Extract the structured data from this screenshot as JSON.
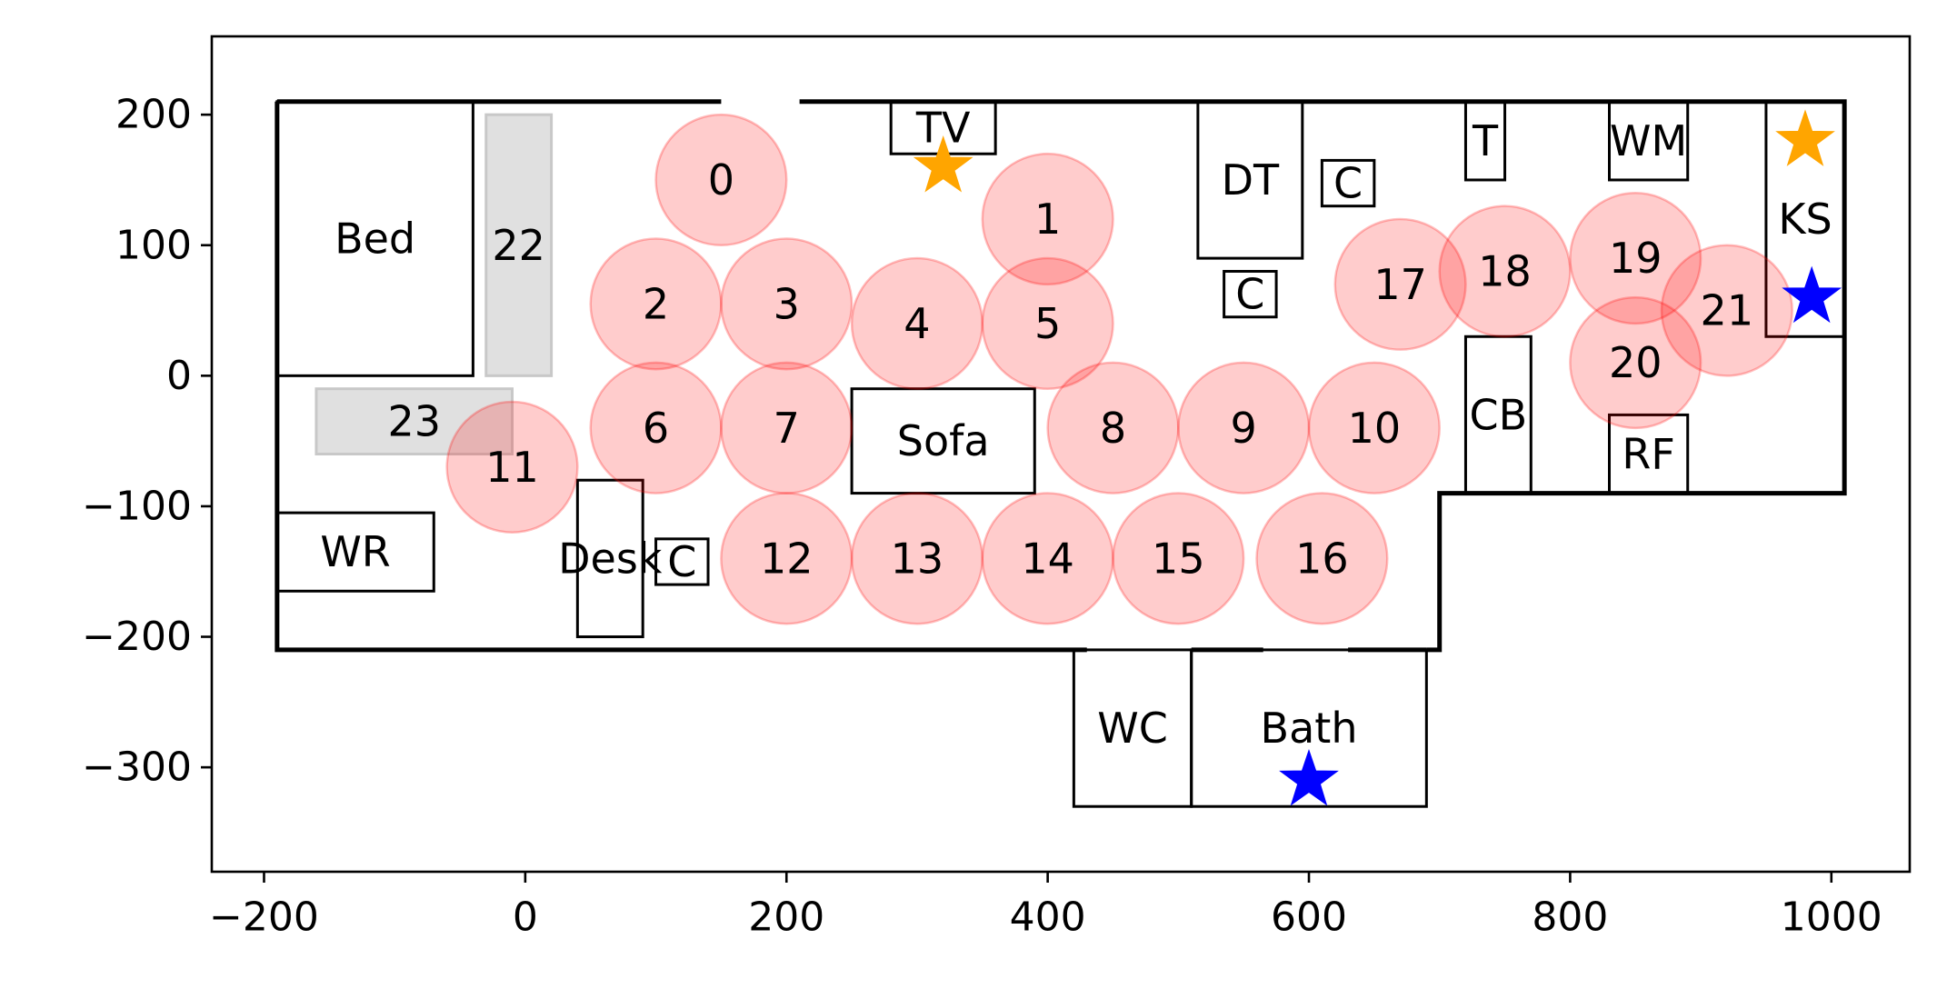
{
  "chart_data": {
    "type": "floor-plan-scatter",
    "xlim": [
      -240,
      1060
    ],
    "ylim": [
      -380,
      260
    ],
    "x_ticks": [
      -200,
      0,
      200,
      400,
      600,
      800,
      1000
    ],
    "y_ticks": [
      200,
      100,
      0,
      -100,
      -200,
      -300
    ],
    "tick_labels": {
      "x": [
        "−200",
        "0",
        "200",
        "400",
        "600",
        "800",
        "1000"
      ],
      "y": [
        "200",
        "100",
        "0",
        "−100",
        "−200",
        "−300"
      ]
    },
    "circle_radius": 50,
    "circle_color": "#ff0000",
    "walls": [
      {
        "points": [
          [
            -190,
            210
          ],
          [
            150,
            210
          ]
        ]
      },
      {
        "points": [
          [
            210,
            210
          ],
          [
            1010,
            210
          ],
          [
            1010,
            -90
          ],
          [
            700,
            -90
          ],
          [
            700,
            -210
          ],
          [
            690,
            -210
          ]
        ]
      },
      {
        "points": [
          [
            -190,
            210
          ],
          [
            -190,
            -210
          ],
          [
            430,
            -210
          ]
        ]
      },
      {
        "points": [
          [
            510,
            -210
          ],
          [
            565,
            -210
          ]
        ]
      },
      {
        "points": [
          [
            630,
            -210
          ],
          [
            690,
            -210
          ]
        ]
      }
    ],
    "furniture": [
      {
        "label": "Bed",
        "x": -190,
        "y": 0,
        "w": 150,
        "h": 210,
        "gray": false
      },
      {
        "label": "22",
        "x": -30,
        "y": 0,
        "w": 50,
        "h": 200,
        "gray": true
      },
      {
        "label": "23",
        "x": -160,
        "y": -60,
        "w": 150,
        "h": 50,
        "gray": true
      },
      {
        "label": "WR",
        "x": -190,
        "y": -165,
        "w": 120,
        "h": 60,
        "gray": false
      },
      {
        "label": "Desk",
        "x": 40,
        "y": -200,
        "w": 50,
        "h": 120,
        "gray": false
      },
      {
        "label": "C",
        "x": 100,
        "y": -160,
        "w": 40,
        "h": 35,
        "gray": false
      },
      {
        "label": "TV",
        "x": 280,
        "y": 170,
        "w": 80,
        "h": 40,
        "gray": false
      },
      {
        "label": "Sofa",
        "x": 250,
        "y": -90,
        "w": 140,
        "h": 80,
        "gray": false
      },
      {
        "label": "DT",
        "x": 515,
        "y": 90,
        "w": 80,
        "h": 120,
        "gray": false
      },
      {
        "label": "C",
        "x": 610,
        "y": 130,
        "w": 40,
        "h": 35,
        "gray": false
      },
      {
        "label": "C",
        "x": 535,
        "y": 45,
        "w": 40,
        "h": 35,
        "gray": false
      },
      {
        "label": "T",
        "x": 720,
        "y": 150,
        "w": 30,
        "h": 60,
        "gray": false
      },
      {
        "label": "WM",
        "x": 830,
        "y": 150,
        "w": 60,
        "h": 60,
        "gray": false
      },
      {
        "label": "KS",
        "x": 950,
        "y": 30,
        "w": 60,
        "h": 180,
        "gray": false
      },
      {
        "label": "CB",
        "x": 720,
        "y": -90,
        "w": 50,
        "h": 120,
        "gray": false
      },
      {
        "label": "RF",
        "x": 830,
        "y": -90,
        "w": 60,
        "h": 60,
        "gray": false
      },
      {
        "label": "WC",
        "x": 420,
        "y": -330,
        "w": 90,
        "h": 120,
        "gray": false
      },
      {
        "label": "Bath",
        "x": 510,
        "y": -330,
        "w": 180,
        "h": 120,
        "gray": false
      }
    ],
    "circles": [
      {
        "label": "0",
        "x": 150,
        "y": 150
      },
      {
        "label": "1",
        "x": 400,
        "y": 120
      },
      {
        "label": "2",
        "x": 100,
        "y": 55
      },
      {
        "label": "3",
        "x": 200,
        "y": 55
      },
      {
        "label": "4",
        "x": 300,
        "y": 40
      },
      {
        "label": "5",
        "x": 400,
        "y": 40
      },
      {
        "label": "6",
        "x": 100,
        "y": -40
      },
      {
        "label": "7",
        "x": 200,
        "y": -40
      },
      {
        "label": "8",
        "x": 450,
        "y": -40
      },
      {
        "label": "9",
        "x": 550,
        "y": -40
      },
      {
        "label": "10",
        "x": 650,
        "y": -40
      },
      {
        "label": "11",
        "x": -10,
        "y": -70
      },
      {
        "label": "12",
        "x": 200,
        "y": -140
      },
      {
        "label": "13",
        "x": 300,
        "y": -140
      },
      {
        "label": "14",
        "x": 400,
        "y": -140
      },
      {
        "label": "15",
        "x": 500,
        "y": -140
      },
      {
        "label": "16",
        "x": 610,
        "y": -140
      },
      {
        "label": "17",
        "x": 670,
        "y": 70
      },
      {
        "label": "18",
        "x": 750,
        "y": 80
      },
      {
        "label": "19",
        "x": 850,
        "y": 90
      },
      {
        "label": "20",
        "x": 850,
        "y": 10
      },
      {
        "label": "21",
        "x": 920,
        "y": 50
      }
    ],
    "stars": [
      {
        "x": 320,
        "y": 160,
        "color": "#ffa500"
      },
      {
        "x": 980,
        "y": 180,
        "color": "#ffa500"
      },
      {
        "x": 985,
        "y": 60,
        "color": "#0000ff"
      },
      {
        "x": 600,
        "y": -310,
        "color": "#0000ff"
      }
    ]
  }
}
